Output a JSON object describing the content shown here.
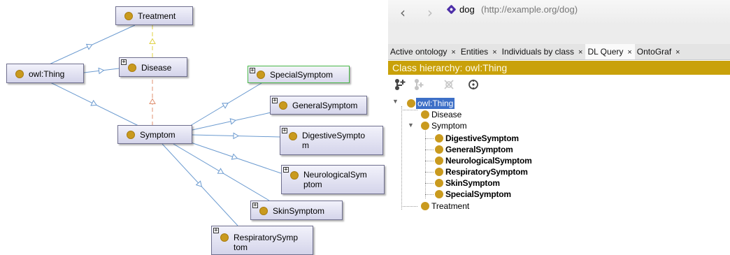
{
  "graph": {
    "nodes": {
      "treatment": "Treatment",
      "owl_thing": "owl:Thing",
      "disease": "Disease",
      "symptom": "Symptom",
      "special_symptom": "SpecialSymptom",
      "general_symptom": "GeneralSymptom",
      "digestive_symptom": "DigestiveSympto\nm",
      "neurological_symptom": "NeurologicalSym\nptom",
      "skin_symptom": "SkinSymptom",
      "respiratory_symptom": "RespiratorySymp\ntom"
    },
    "colors": {
      "is_a_edge": "#6c9bd0",
      "disease_treatment_edge": "#e0d040",
      "symptom_disease_edge": "#e09070",
      "class_dot": "#c99a1e",
      "selected_border": "#48b848"
    }
  },
  "protege": {
    "address": {
      "name": "dog",
      "iri": "(http://example.org/dog)"
    },
    "tabs": [
      "Active ontology",
      "Entities",
      "Individuals by class",
      "DL Query",
      "OntoGraf"
    ],
    "tab_close": "×",
    "active_tab": "DL Query",
    "class_hierarchy_title": "Class hierarchy: owl:Thing",
    "class_hierarchy_color": "#c9a10a",
    "toolbar_icons": [
      "add-subclass-icon",
      "add-sibling-icon",
      "delete-class-icon",
      "target-icon"
    ],
    "tree": {
      "root": "owl:Thing",
      "disease": "Disease",
      "symptom": "Symptom",
      "children": [
        "DigestiveSymptom",
        "GeneralSymptom",
        "NeurologicalSymptom",
        "RespiratorySymptom",
        "SkinSymptom",
        "SpecialSymptom"
      ],
      "treatment": "Treatment"
    }
  }
}
